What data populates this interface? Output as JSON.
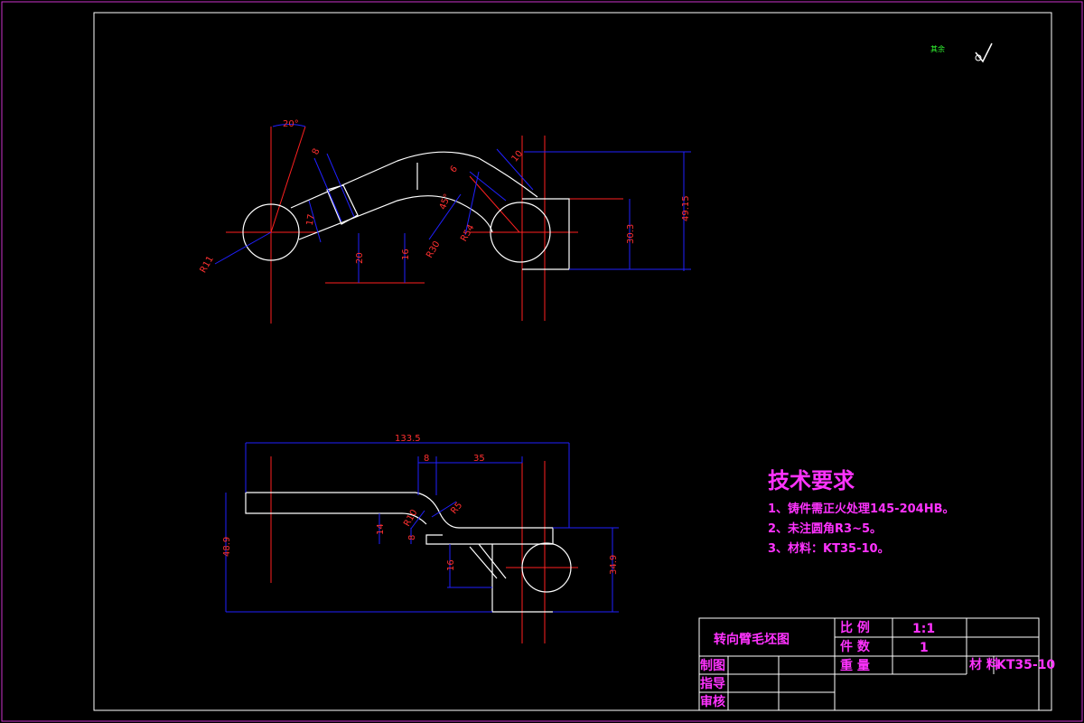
{
  "top_view": {
    "dims": {
      "angle_top": "20°",
      "width_8": "8",
      "width_17": "17",
      "radius_11": "R11",
      "height_20": "20",
      "height_16": "16",
      "radius_30": "R30",
      "angle_45": "45°",
      "radius_54": "R54",
      "width_6": "6",
      "width_10": "10",
      "height_30_3": "30.3",
      "height_49_15": "49.15"
    }
  },
  "front_view": {
    "dims": {
      "length_133_5": "133.5",
      "width_8": "8",
      "width_35": "35",
      "radius_5": "R5",
      "radius_10": "R10",
      "height_14": "14",
      "height_8": "8",
      "height_48_9": "48.9",
      "height_16": "16",
      "height_34_9": "34.9"
    }
  },
  "corner_mark": {
    "text": "其余"
  },
  "tech_req": {
    "title": "技术要求",
    "items": [
      "1、铸件需正火处理145-204HB。",
      "2、未注圆角R3~5。",
      "3、材料：KT35-10。"
    ]
  },
  "title_block": {
    "drawing_name": "转向臂毛坯图",
    "scale_label": "比 例",
    "scale_value": "1:1",
    "qty_label": "件 数",
    "qty_value": "1",
    "weight_label": "重 量",
    "material_label": "材 料",
    "material_value": "KT35-10",
    "drawn_label": "制图",
    "guided_label": "指导",
    "reviewed_label": "审核"
  },
  "colors": {
    "outer_border": "#cc33cc",
    "inner_border": "#ffffff",
    "centerline": "#ff2020",
    "dimension": "#2020ff",
    "outline": "#ffffff",
    "text": "#ff33ff",
    "check_mark_text": "#33ff33"
  }
}
